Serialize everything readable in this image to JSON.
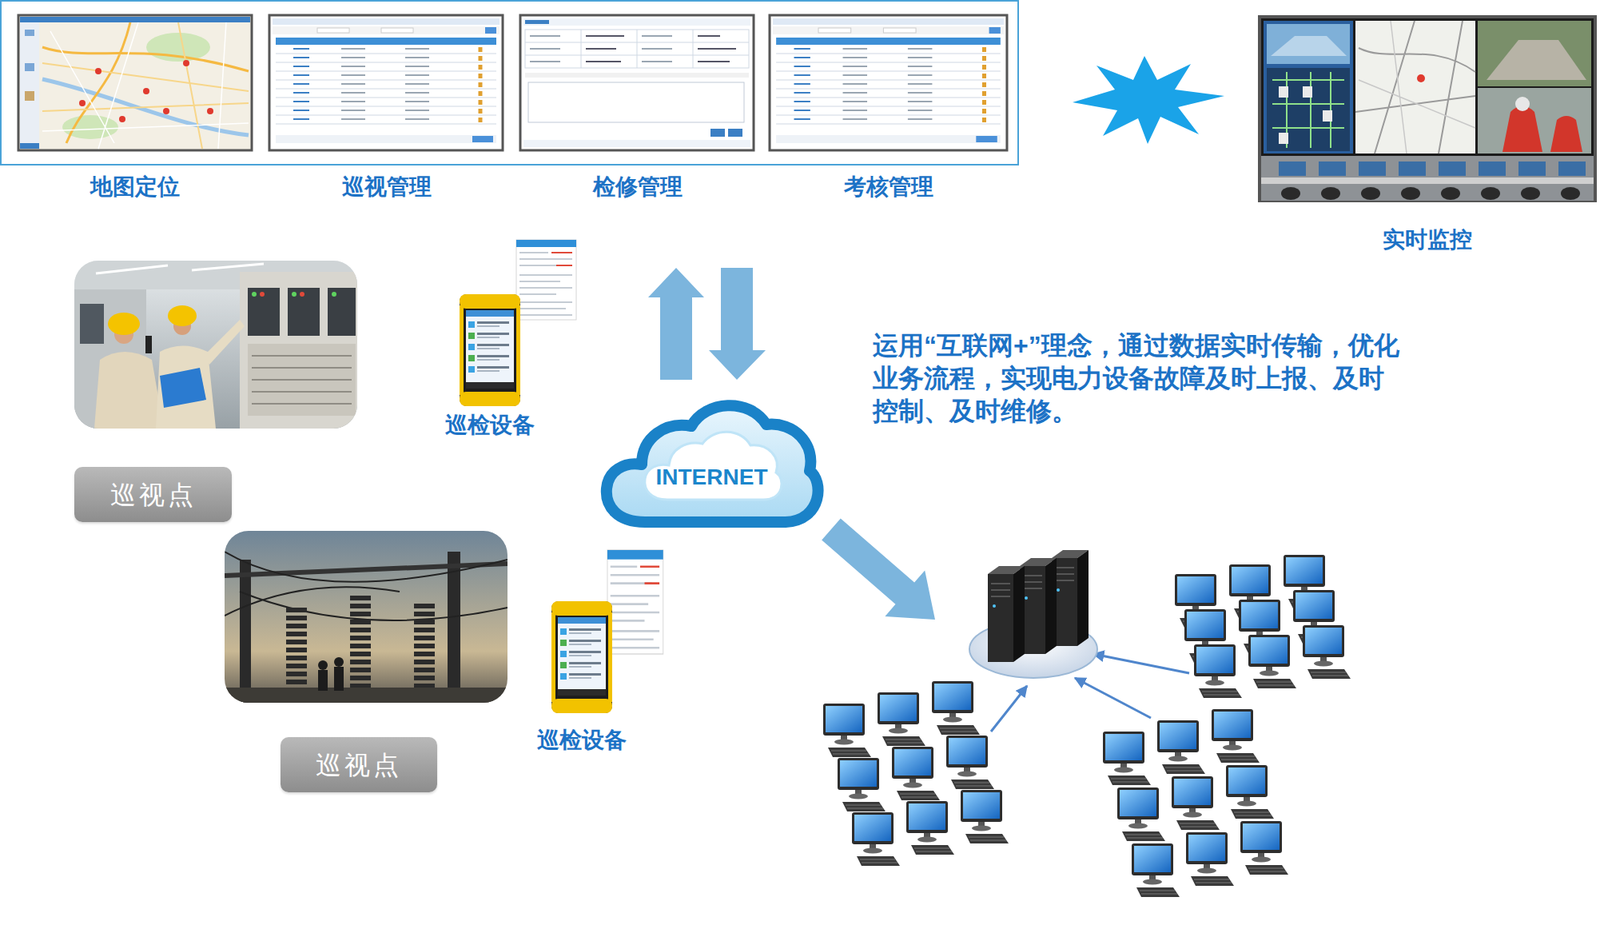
{
  "diagram": {
    "nodes": [
      {
        "text": [
          "地图定位"
        ]
      },
      {
        "text": [
          "巡视管理"
        ]
      },
      {
        "text": [
          "检修管理"
        ]
      },
      {
        "text": [
          "考核管理"
        ]
      },
      {
        "text": [
          "实时监控"
        ]
      },
      {
        "text": [
          "巡视点"
        ]
      },
      {
        "text": [
          "巡检设备"
        ]
      },
      {
        "text": [
          "INTERNET"
        ]
      },
      {
        "text": [
          "巡视点"
        ]
      },
      {
        "text": [
          "巡检设备"
        ]
      }
    ],
    "labels": [
      "运用“互联网+”理念，通过数据实时传输，优化业务流程，实现电力设备故障及时上报、及时控制、及时维修。"
    ]
  }
}
